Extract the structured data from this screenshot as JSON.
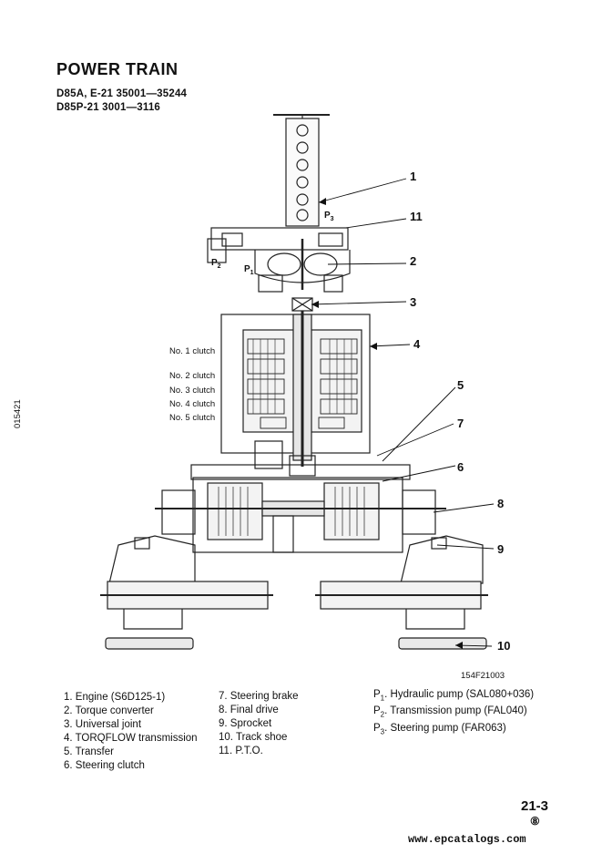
{
  "header": {
    "title": "POWER TRAIN",
    "model_line_1": "D85A, E-21  35001—35244",
    "model_line_2": "D85P-21  3001—3116"
  },
  "side_code": "015421",
  "figure_code": "154F21003",
  "clutch_labels": [
    "No. 1 clutch",
    "No. 2 clutch",
    "No. 3 clutch",
    "No. 4 clutch",
    "No. 5 clutch"
  ],
  "callouts": [
    "1",
    "11",
    "2",
    "3",
    "4",
    "5",
    "7",
    "6",
    "8",
    "9",
    "10"
  ],
  "pump_tags": {
    "p3": {
      "letter": "P",
      "sub": "3"
    },
    "p2": {
      "letter": "P",
      "sub": "2"
    },
    "p1": {
      "letter": "P",
      "sub": "1"
    }
  },
  "legend": {
    "col1": [
      "1. Engine (S6D125-1)",
      "2. Torque converter",
      "3. Universal joint",
      "4. TORQFLOW transmission",
      "5. Transfer",
      "6. Steering clutch"
    ],
    "col2": [
      "7. Steering brake",
      "8. Final drive",
      "9. Sprocket",
      "10. Track shoe",
      "11. P.T.O."
    ],
    "col3": [
      {
        "prefix": "P",
        "sub": "1",
        "text": ". Hydraulic pump (SAL080+036)"
      },
      {
        "prefix": "P",
        "sub": "2",
        "text": ". Transmission pump (FAL040)"
      },
      {
        "prefix": "P",
        "sub": "3",
        "text": ". Steering pump (FAR063)"
      }
    ]
  },
  "footer": {
    "page_number": "21-3",
    "revision": "⑧",
    "watermark": "www.epcatalogs.com"
  }
}
